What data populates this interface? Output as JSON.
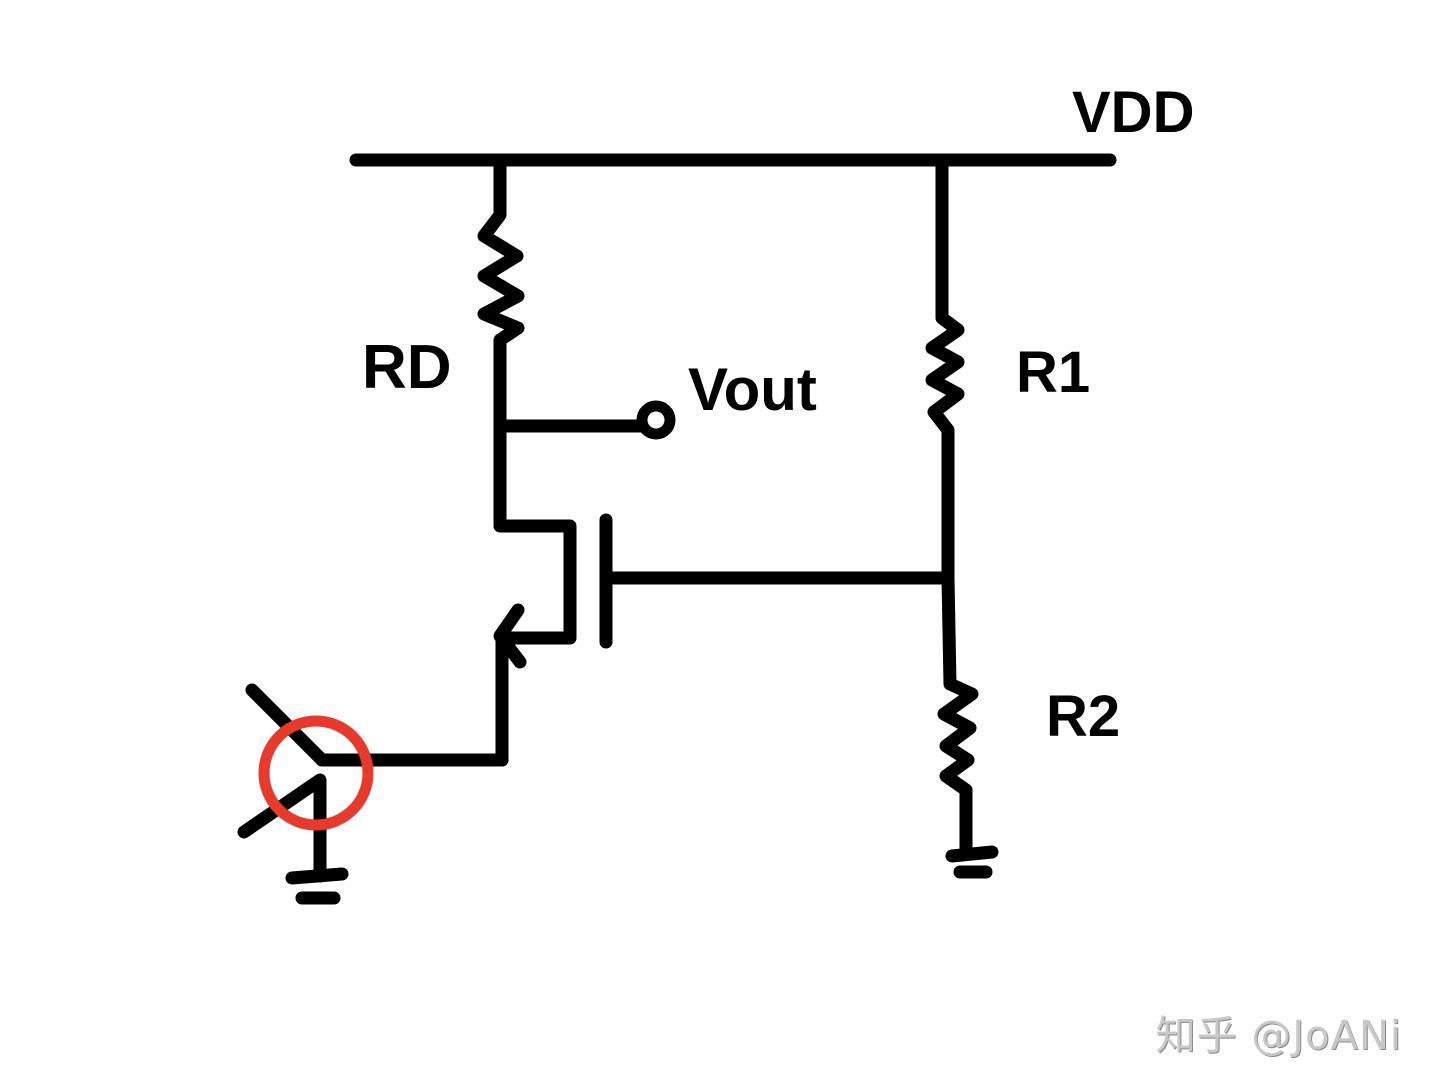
{
  "diagram": {
    "type": "circuit-schematic",
    "style": "hand-drawn",
    "labels": {
      "supply": "VDD",
      "drain_resistor": "RD",
      "output": "Vout",
      "bias_resistor_top": "R1",
      "bias_resistor_bottom": "R2"
    },
    "components": [
      {
        "id": "vdd-rail",
        "kind": "supply-rail",
        "label": "VDD"
      },
      {
        "id": "rd",
        "kind": "resistor",
        "label": "RD",
        "between": [
          "VDD",
          "drain"
        ]
      },
      {
        "id": "r1",
        "kind": "resistor",
        "label": "R1",
        "between": [
          "VDD",
          "gate"
        ]
      },
      {
        "id": "r2",
        "kind": "resistor",
        "label": "R2",
        "between": [
          "gate",
          "ground"
        ]
      },
      {
        "id": "m1",
        "kind": "transistor",
        "terminals": [
          "drain",
          "gate",
          "source"
        ]
      },
      {
        "id": "vout",
        "kind": "output-terminal",
        "label": "Vout",
        "node": "drain"
      },
      {
        "id": "source-element",
        "kind": "crossed-lines",
        "between": [
          "source",
          "ground"
        ],
        "highlighted": true
      },
      {
        "id": "gnd-left",
        "kind": "ground"
      },
      {
        "id": "gnd-right",
        "kind": "ground"
      }
    ],
    "highlight": {
      "shape": "circle",
      "color": "#e8392a",
      "target": "source-element"
    },
    "colors": {
      "ink": "#000000",
      "highlight": "#e8392a",
      "background": "#ffffff",
      "watermark": "#c8c8c8"
    }
  },
  "watermark": "知乎 @JoANi"
}
